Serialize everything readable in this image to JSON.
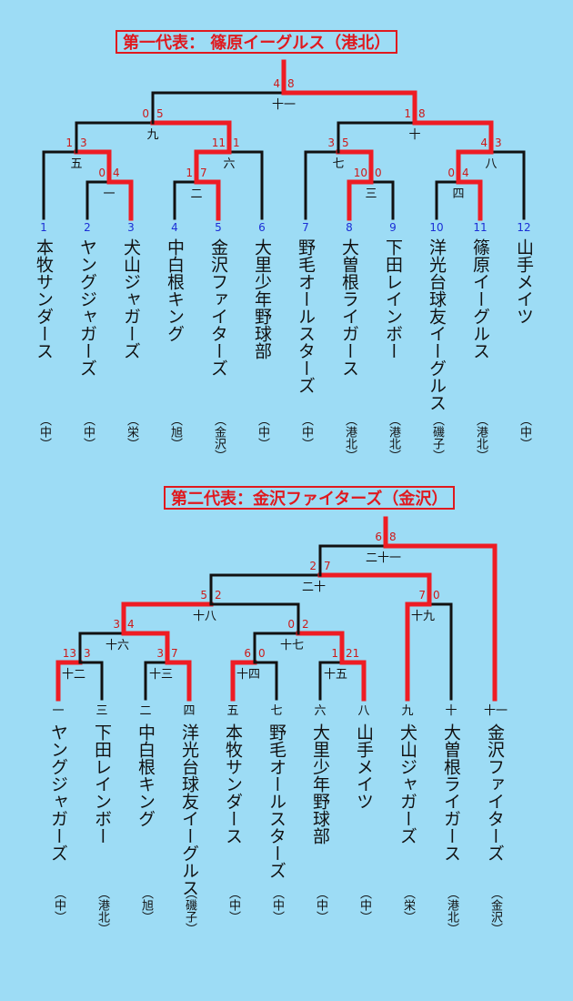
{
  "title1": "第一代表： 篠原イーグルス（港北）",
  "title2": "第二代表：金沢ファイターズ（金沢）",
  "b1": {
    "teams": [
      {
        "num": "1",
        "name": "本牧サンダース",
        "loc": "（中）"
      },
      {
        "num": "2",
        "name": "ヤングジャガーズ",
        "loc": "（中）"
      },
      {
        "num": "3",
        "name": "犬山ジャガーズ",
        "loc": "（栄）"
      },
      {
        "num": "4",
        "name": "中白根キング",
        "loc": "（旭）"
      },
      {
        "num": "5",
        "name": "金沢ファイターズ",
        "loc": "（金沢）"
      },
      {
        "num": "6",
        "name": "大里少年野球部",
        "loc": "（中）"
      },
      {
        "num": "7",
        "name": "野毛オールスターズ",
        "loc": "（中）"
      },
      {
        "num": "8",
        "name": "大曽根ライガース",
        "loc": "（港北）"
      },
      {
        "num": "9",
        "name": "下田レインボー",
        "loc": "（港北）"
      },
      {
        "num": "10",
        "name": "洋光台球友イーグルス",
        "loc": "（磯子）"
      },
      {
        "num": "11",
        "name": "篠原イーグルス",
        "loc": "（港北）"
      },
      {
        "num": "12",
        "name": "山手メイツ",
        "loc": "（中）"
      }
    ],
    "matches": [
      {
        "label": "一",
        "ls": "0",
        "rs": "4"
      },
      {
        "label": "二",
        "ls": "1",
        "rs": "7"
      },
      {
        "label": "三",
        "ls": "10",
        "rs": "0"
      },
      {
        "label": "四",
        "ls": "0",
        "rs": "4"
      },
      {
        "label": "五",
        "ls": "1",
        "rs": "3"
      },
      {
        "label": "六",
        "ls": "11",
        "rs": "1"
      },
      {
        "label": "七",
        "ls": "3",
        "rs": "5"
      },
      {
        "label": "八",
        "ls": "4",
        "rs": "3"
      },
      {
        "label": "九",
        "ls": "0",
        "rs": "5"
      },
      {
        "label": "十",
        "ls": "1",
        "rs": "8"
      },
      {
        "label": "十一",
        "ls": "4",
        "rs": "8"
      }
    ]
  },
  "b2": {
    "teams": [
      {
        "slot": "一",
        "name": "ヤングジャガーズ",
        "loc": "（中）"
      },
      {
        "slot": "三",
        "name": "下田レインボー",
        "loc": "（港北）"
      },
      {
        "slot": "二",
        "name": "中白根キング",
        "loc": "（旭）"
      },
      {
        "slot": "四",
        "name": "洋光台球友イーグルス",
        "loc": "（磯子）"
      },
      {
        "slot": "五",
        "name": "本牧サンダース",
        "loc": "（中）"
      },
      {
        "slot": "七",
        "name": "野毛オールスターズ",
        "loc": "（中）"
      },
      {
        "slot": "六",
        "name": "大里少年野球部",
        "loc": "（中）"
      },
      {
        "slot": "八",
        "name": "山手メイツ",
        "loc": "（中）"
      },
      {
        "slot": "九",
        "name": "犬山ジャガーズ",
        "loc": "（栄）"
      },
      {
        "slot": "十",
        "name": "大曽根ライガース",
        "loc": "（港北）"
      },
      {
        "slot": "十一",
        "name": "金沢ファイターズ",
        "loc": "（金沢）"
      }
    ],
    "matches": [
      {
        "label": "十二",
        "ls": "13",
        "rs": "3"
      },
      {
        "label": "十三",
        "ls": "3",
        "rs": "7"
      },
      {
        "label": "十四",
        "ls": "6",
        "rs": "0"
      },
      {
        "label": "十五",
        "ls": "1",
        "rs": "21"
      },
      {
        "label": "十六",
        "ls": "3",
        "rs": "4"
      },
      {
        "label": "十七",
        "ls": "0",
        "rs": "2"
      },
      {
        "label": "十八",
        "ls": "5",
        "rs": "2"
      },
      {
        "label": "十九",
        "ls": "7",
        "rs": "0"
      },
      {
        "label": "二十",
        "ls": "2",
        "rs": "7"
      },
      {
        "label": "二十一",
        "ls": "6",
        "rs": "8"
      }
    ]
  }
}
